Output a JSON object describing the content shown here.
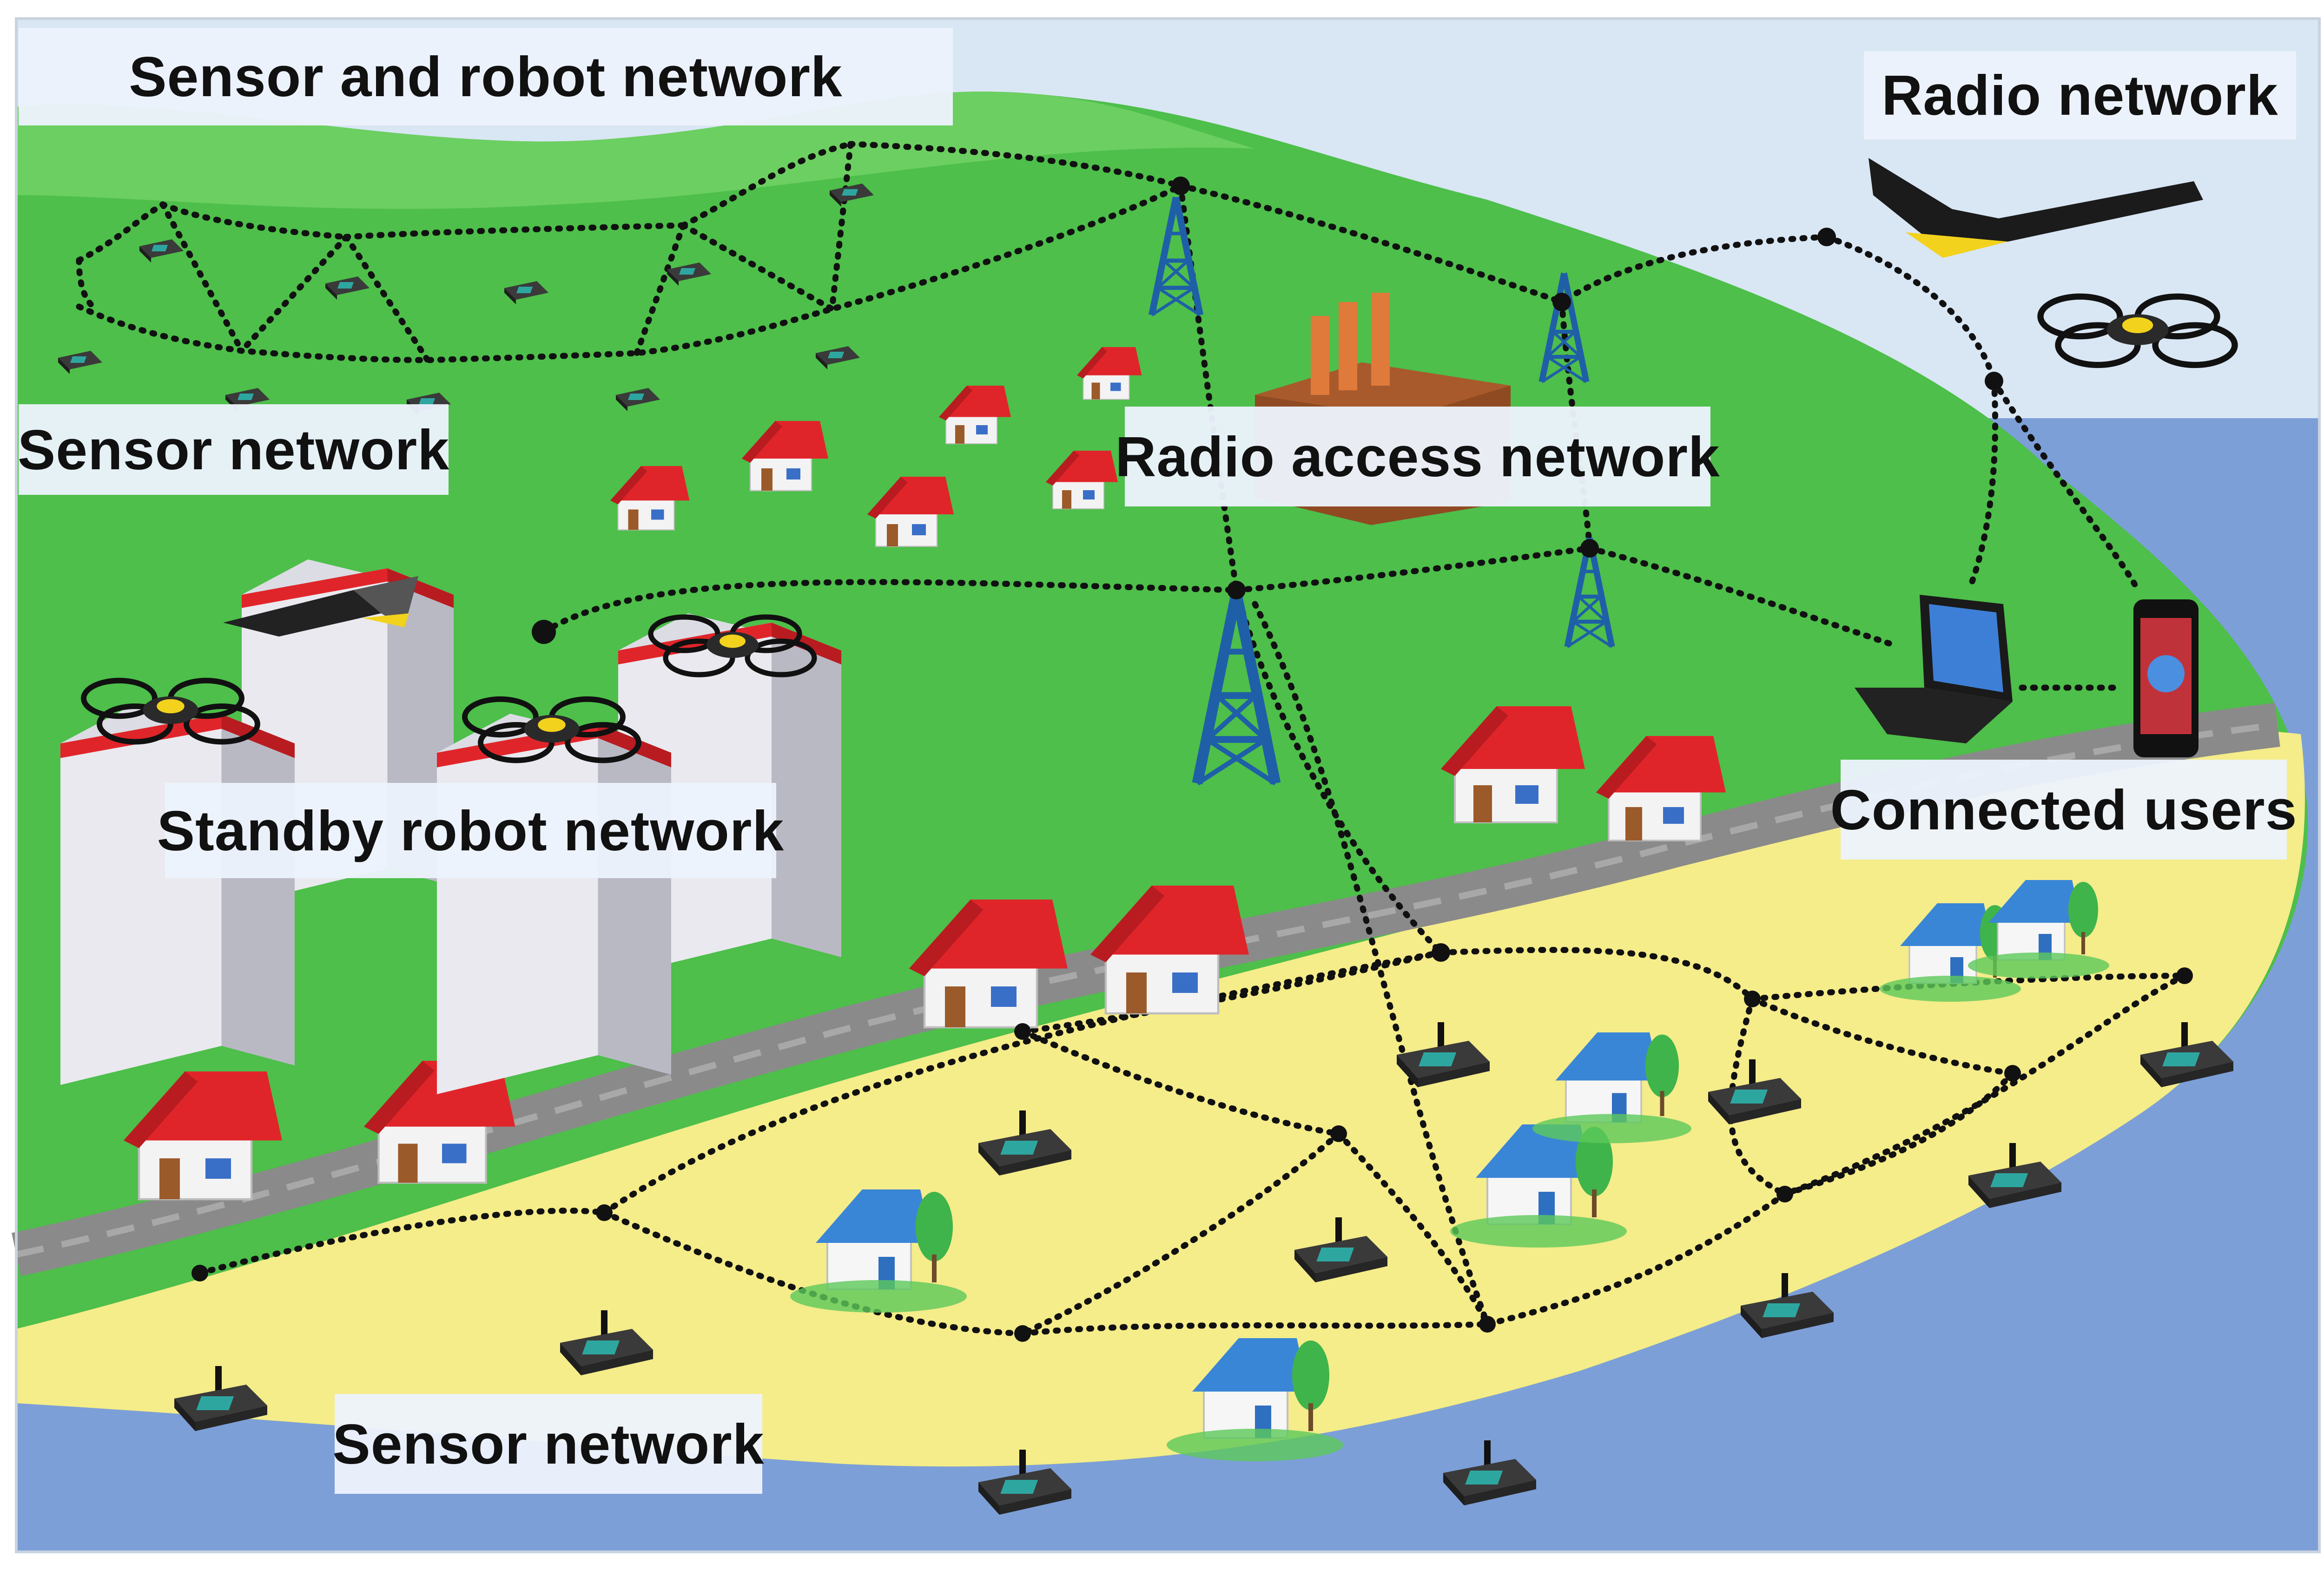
{
  "labels": {
    "sensor_robot_network": "Sensor and robot network",
    "radio_network": "Radio network",
    "sensor_network_top": "Sensor network",
    "radio_access_network": "Radio access network",
    "standby_robot_network": "Standby robot network",
    "connected_users": "Connected users",
    "sensor_network_bottom": "Sensor network"
  },
  "colors": {
    "sky": "#d9e6f4",
    "sea": "#7d9fd8",
    "land": "#4dbf4a",
    "beach": "#f5ec8a",
    "road": "#8a8a8a",
    "house_roof_red": "#e0252a",
    "house_roof_blue": "#3a86d6",
    "tower": "#1f5fa8",
    "link": "#111111"
  },
  "icons": [
    "drone-icon",
    "quadcopter-icon",
    "radio-tower-icon",
    "factory-icon",
    "house-icon",
    "building-icon",
    "sensor-node-icon",
    "laptop-icon",
    "smartphone-icon"
  ]
}
